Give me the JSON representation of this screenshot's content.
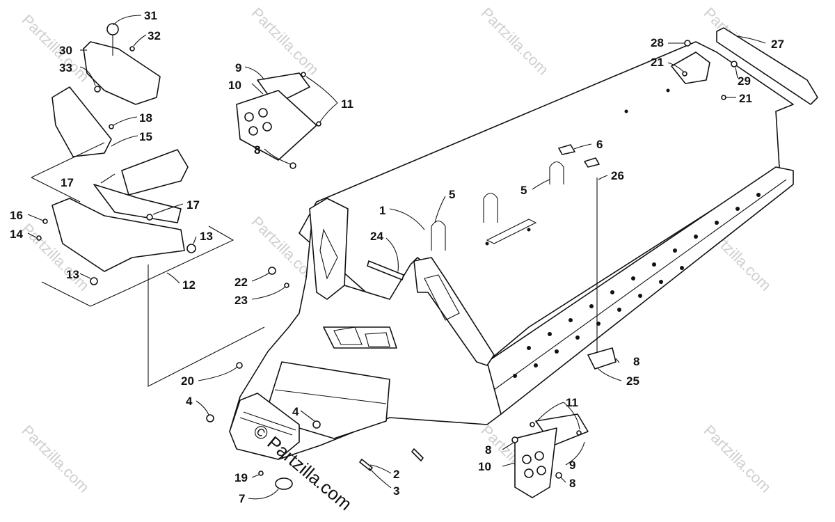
{
  "watermark": {
    "text": "Partzilla.com",
    "symbol": "©"
  },
  "credit": {
    "text": "© Partzilla.com"
  },
  "callouts": [
    {
      "id": "c31",
      "label": "31"
    },
    {
      "id": "c32",
      "label": "32"
    },
    {
      "id": "c30",
      "label": "30"
    },
    {
      "id": "c33",
      "label": "33"
    },
    {
      "id": "c18",
      "label": "18"
    },
    {
      "id": "c15",
      "label": "15"
    },
    {
      "id": "c17a",
      "label": "17"
    },
    {
      "id": "c17b",
      "label": "17"
    },
    {
      "id": "c16",
      "label": "16"
    },
    {
      "id": "c14",
      "label": "14"
    },
    {
      "id": "c13a",
      "label": "13"
    },
    {
      "id": "c13b",
      "label": "13"
    },
    {
      "id": "c12",
      "label": "12"
    },
    {
      "id": "c9a",
      "label": "9"
    },
    {
      "id": "c10a",
      "label": "10"
    },
    {
      "id": "c11a",
      "label": "11"
    },
    {
      "id": "c8a",
      "label": "8"
    },
    {
      "id": "c1",
      "label": "1"
    },
    {
      "id": "c24",
      "label": "24"
    },
    {
      "id": "c5a",
      "label": "5"
    },
    {
      "id": "c5b",
      "label": "5"
    },
    {
      "id": "c6",
      "label": "6"
    },
    {
      "id": "c26",
      "label": "26"
    },
    {
      "id": "c28",
      "label": "28"
    },
    {
      "id": "c27",
      "label": "27"
    },
    {
      "id": "c21a",
      "label": "21"
    },
    {
      "id": "c29",
      "label": "29"
    },
    {
      "id": "c21b",
      "label": "21"
    },
    {
      "id": "c22",
      "label": "22"
    },
    {
      "id": "c23",
      "label": "23"
    },
    {
      "id": "c20",
      "label": "20"
    },
    {
      "id": "c4a",
      "label": "4"
    },
    {
      "id": "c4b",
      "label": "4"
    },
    {
      "id": "c19",
      "label": "19"
    },
    {
      "id": "c7",
      "label": "7"
    },
    {
      "id": "c2",
      "label": "2"
    },
    {
      "id": "c3",
      "label": "3"
    },
    {
      "id": "c8b",
      "label": "8"
    },
    {
      "id": "c25",
      "label": "25"
    },
    {
      "id": "c11b",
      "label": "11"
    },
    {
      "id": "c8c",
      "label": "8"
    },
    {
      "id": "c10b",
      "label": "10"
    },
    {
      "id": "c9b",
      "label": "9"
    },
    {
      "id": "c8d",
      "label": "8"
    }
  ]
}
